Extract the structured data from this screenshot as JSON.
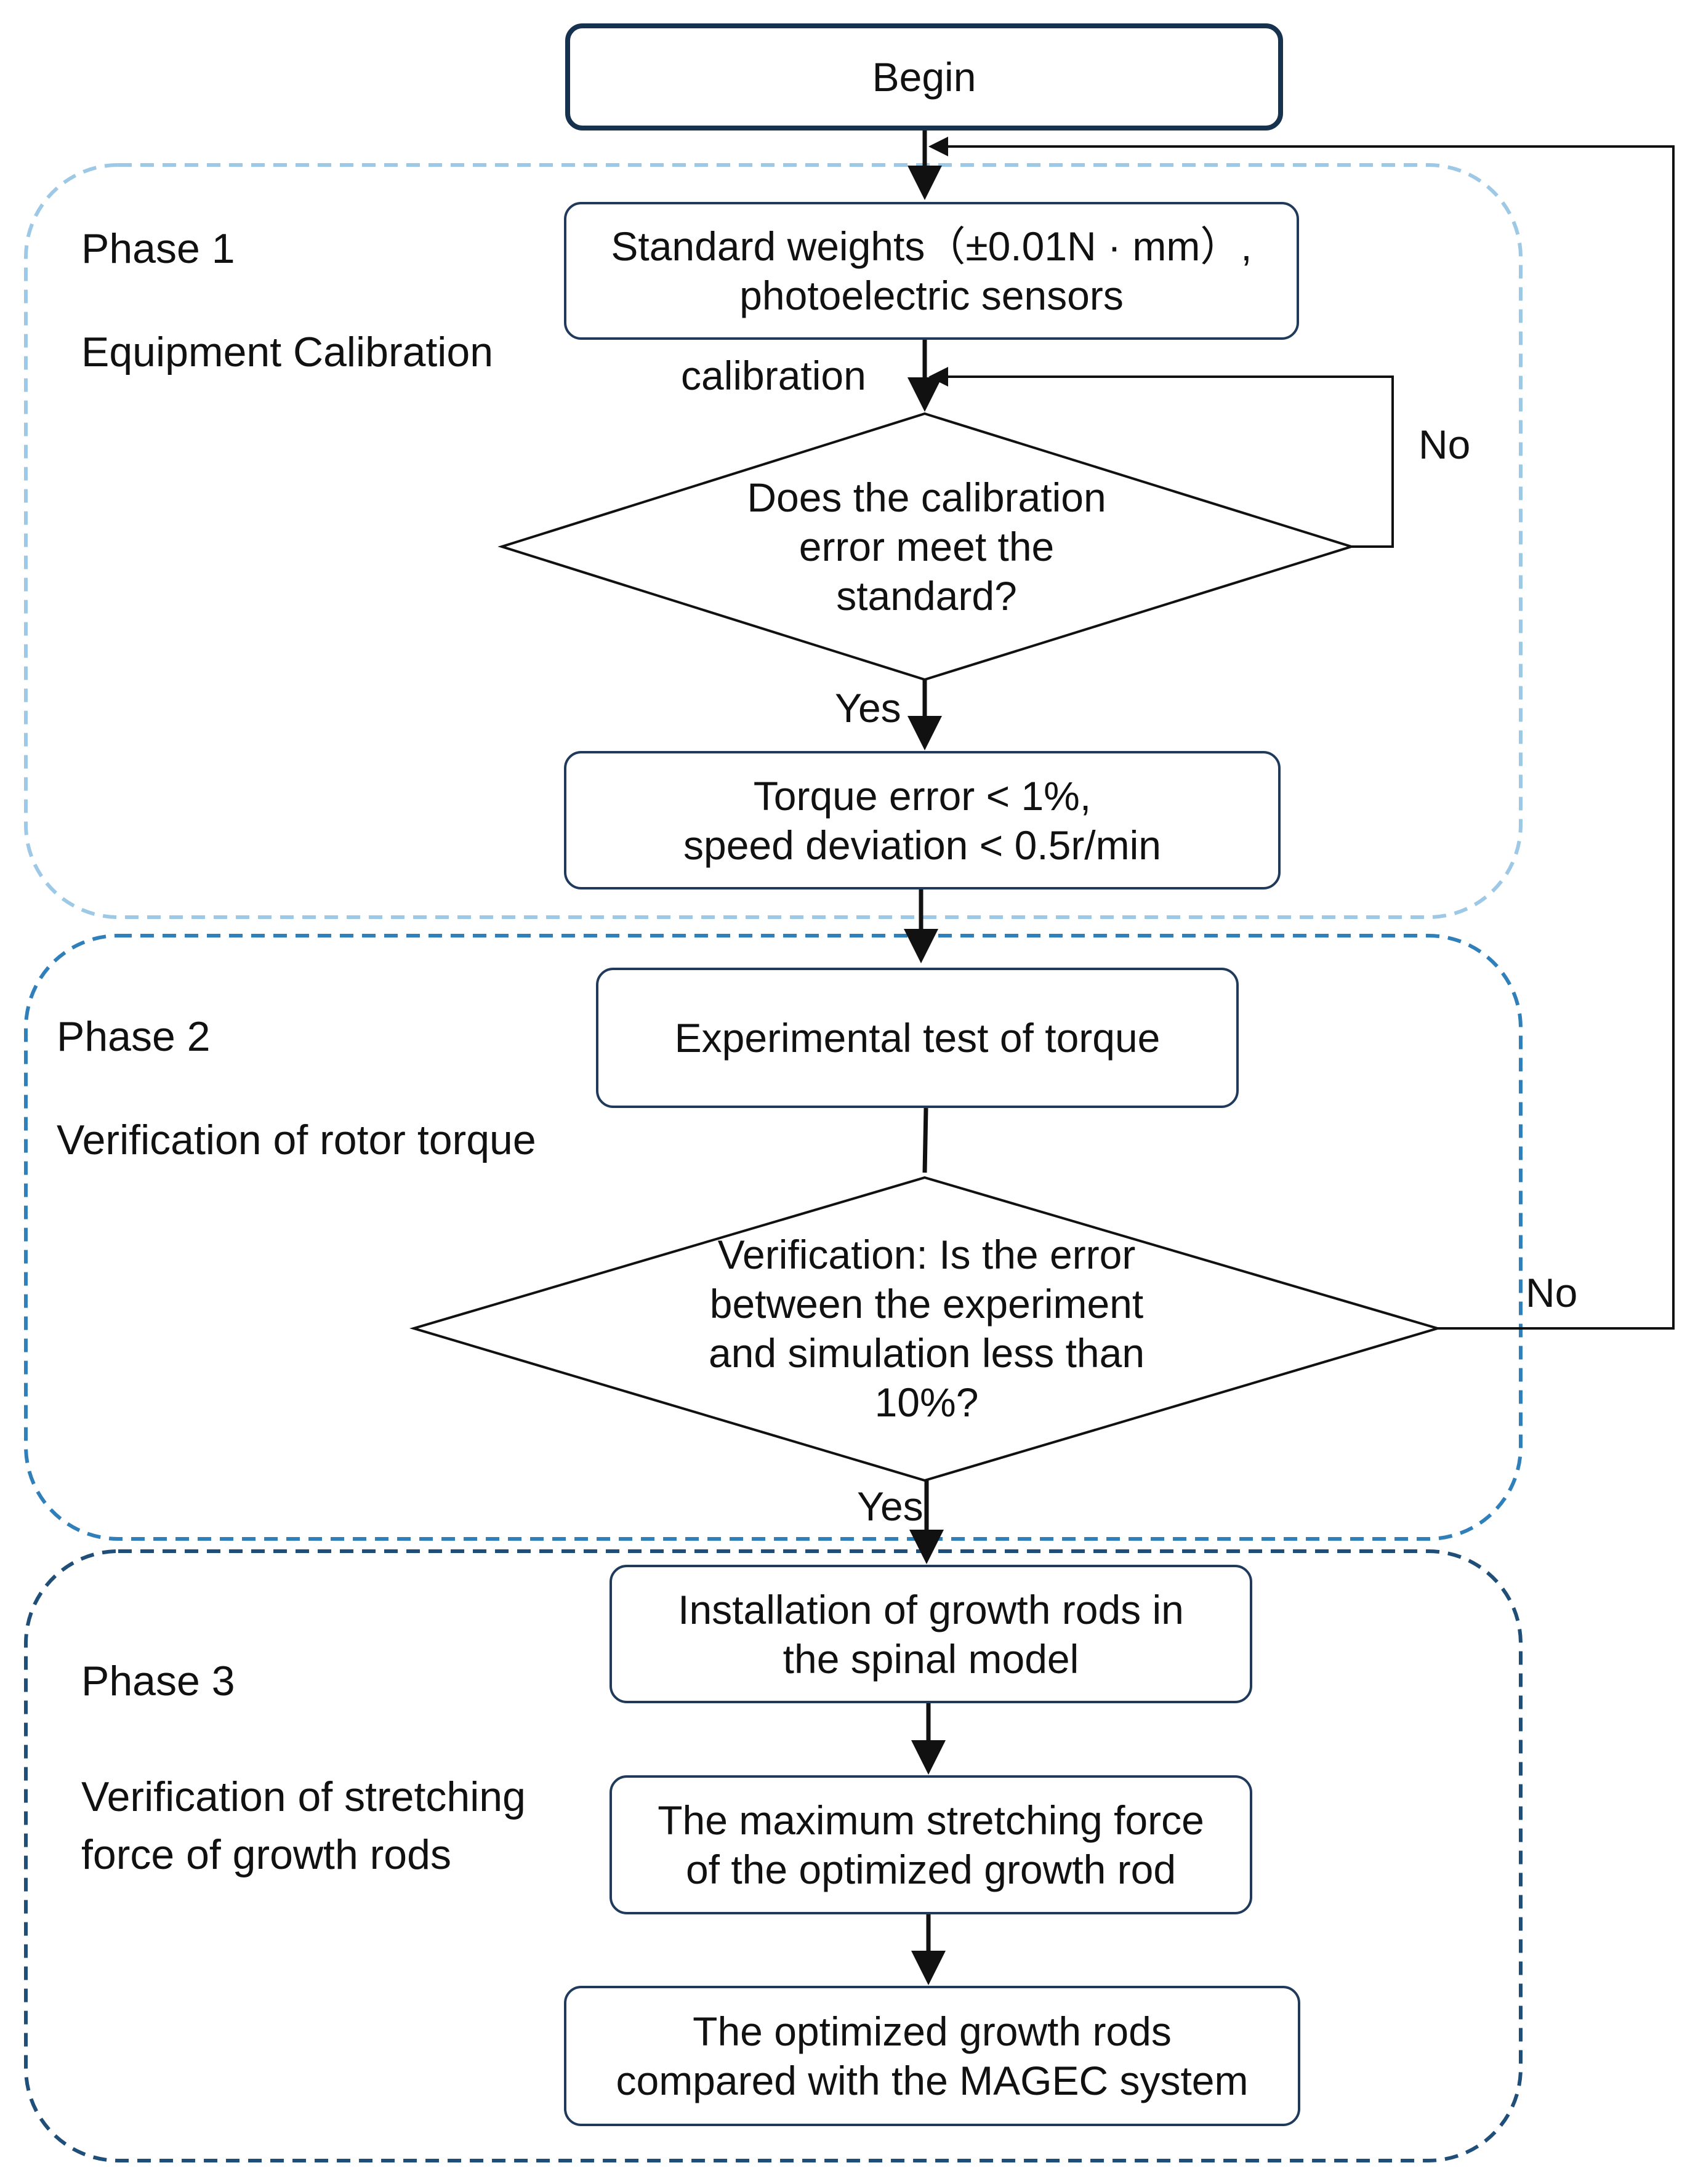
{
  "phases": [
    {
      "number": "Phase 1",
      "title": "Equipment Calibration",
      "color": "#9dc8e6"
    },
    {
      "number": "Phase 2",
      "title": "Verification of rotor torque",
      "color": "#2f7fbb"
    },
    {
      "number": "Phase 3",
      "title": "Verification of stretching\nforce of growth rods",
      "color": "#1f4e79"
    }
  ],
  "nodes": {
    "begin": "Begin",
    "standard_weights": "Standard weights（±0.01N · mm）,\nphotoelectric sensors",
    "calibration_decision": "Does the calibration\nerror meet the\nstandard?",
    "torque_error": "Torque error < 1%,\nspeed deviation < 0.5r/min",
    "experimental_test": "Experimental test of torque",
    "verification_decision": "Verification: Is the error\nbetween the experiment\nand simulation less than\n10%?",
    "installation": "Installation of growth rods in\nthe spinal model",
    "max_force": "The maximum stretching force\nof the optimized growth rod",
    "comparison": "The optimized growth rods\ncompared with the MAGEC system"
  },
  "edge_labels": {
    "calibration": "calibration",
    "no_1": "No",
    "yes_1": "Yes",
    "no_2": "No",
    "yes_2": "Yes"
  },
  "colors": {
    "box_border": "#1f3a5a",
    "line": "#111111"
  }
}
